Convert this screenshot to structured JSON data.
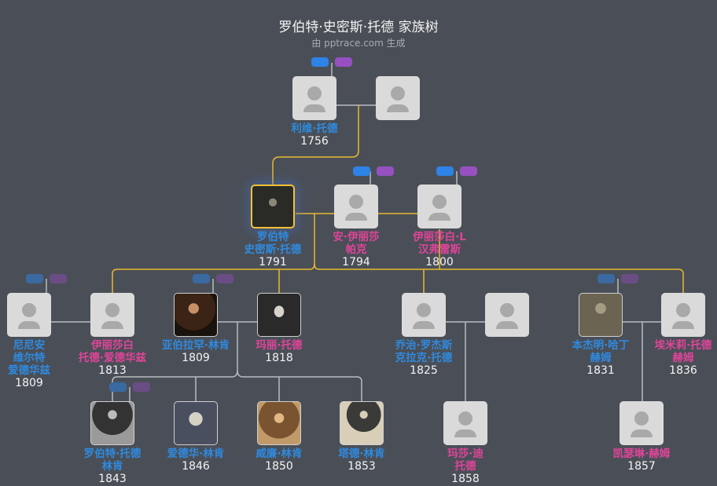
{
  "title": "罗伯特·史密斯·托德 家族树",
  "subtitle": "由 pptrace.com 生成",
  "colors": {
    "male": "#2f8ae0",
    "female": "#e0449a",
    "lineage": "#e8b830",
    "link": "#b8bcc2",
    "background": "#4a4f57"
  },
  "people": [
    {
      "name": [
        "利维·托德"
      ],
      "year": "1756",
      "gender": "male",
      "photo": false
    },
    {
      "name": [],
      "year": "",
      "gender": "female",
      "photo": false
    },
    {
      "name": [
        "罗伯特",
        "史密斯·托德"
      ],
      "year": "1791",
      "gender": "male",
      "photo": true,
      "focus": true
    },
    {
      "name": [
        "安·伊丽莎",
        "帕克"
      ],
      "year": "1794",
      "gender": "female",
      "photo": false
    },
    {
      "name": [
        "伊丽莎白·L",
        "汉弗雷斯"
      ],
      "year": "1800",
      "gender": "female",
      "photo": false
    },
    {
      "name": [
        "尼尼安",
        "维尔特",
        "爱德华兹"
      ],
      "year": "1809",
      "gender": "male",
      "photo": false
    },
    {
      "name": [
        "伊丽莎白",
        "托德·爱德华兹"
      ],
      "year": "1813",
      "gender": "female",
      "photo": false
    },
    {
      "name": [
        "亚伯拉罕·林肯"
      ],
      "year": "1809",
      "gender": "male",
      "photo": true
    },
    {
      "name": [
        "玛丽·托德"
      ],
      "year": "1818",
      "gender": "female",
      "photo": true
    },
    {
      "name": [
        "乔治·罗杰斯",
        "克拉克·托德"
      ],
      "year": "1825",
      "gender": "male",
      "photo": false
    },
    {
      "name": [],
      "year": "",
      "gender": "female",
      "photo": false
    },
    {
      "name": [
        "本杰明·哈丁",
        "赫姆"
      ],
      "year": "1831",
      "gender": "male",
      "photo": true
    },
    {
      "name": [
        "埃米莉·托德",
        "赫姆"
      ],
      "year": "1836",
      "gender": "female",
      "photo": false
    },
    {
      "name": [
        "罗伯特·托德",
        "林肯"
      ],
      "year": "1843",
      "gender": "male",
      "photo": true
    },
    {
      "name": [
        "爱德华·林肯"
      ],
      "year": "1846",
      "gender": "male",
      "photo": true
    },
    {
      "name": [
        "威廉·林肯"
      ],
      "year": "1850",
      "gender": "male",
      "photo": true
    },
    {
      "name": [
        "塔德·林肯"
      ],
      "year": "1853",
      "gender": "male",
      "photo": true
    },
    {
      "name": [
        "玛莎·迪",
        "托德"
      ],
      "year": "1858",
      "gender": "female",
      "photo": false
    },
    {
      "name": [
        "凯瑟琳·赫姆"
      ],
      "year": "1857",
      "gender": "female",
      "photo": false
    }
  ]
}
